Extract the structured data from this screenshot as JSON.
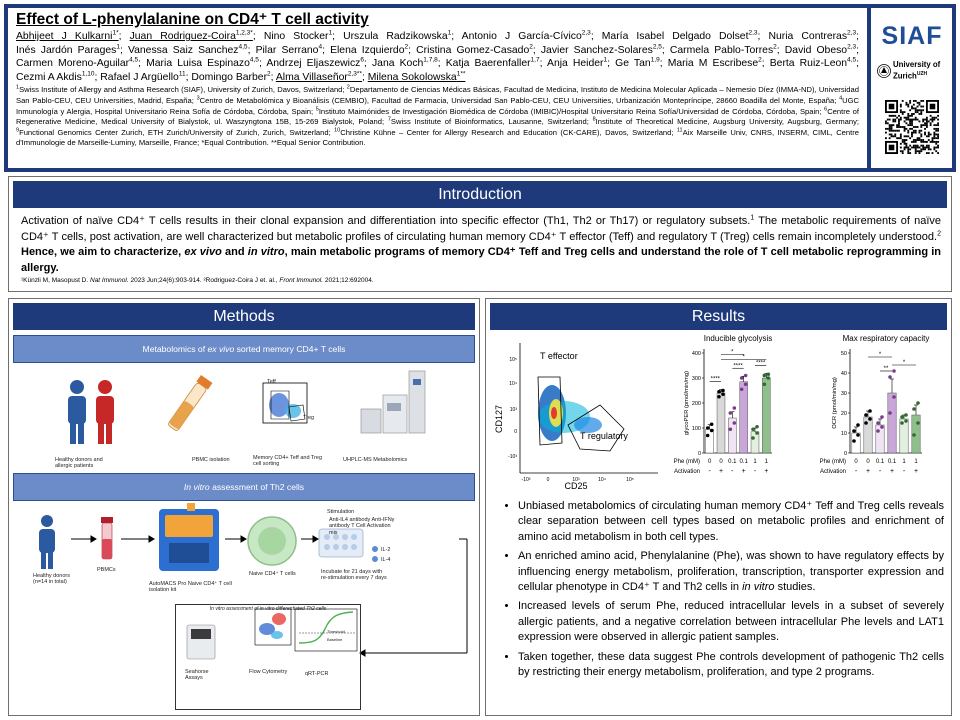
{
  "header": {
    "title": "Effect of L-phenylalanine on CD4⁺ T cell activity",
    "authors": [
      {
        "name": "Abhijeet J Kulkarni",
        "sup": "1*",
        "underline": true
      },
      {
        "name": "Juan Rodriguez-Coira",
        "sup": "1,2,3*",
        "underline": true
      },
      {
        "name": "Nino Stocker",
        "sup": "1",
        "underline": false
      },
      {
        "name": "Urszula Radzikowska",
        "sup": "1",
        "underline": false
      },
      {
        "name": "Antonio J García-Cívico",
        "sup": "2,3",
        "underline": false
      },
      {
        "name": "María Isabel Delgado Dolset",
        "sup": "2,3",
        "underline": false
      },
      {
        "name": "Nuria Contreras",
        "sup": "2,3",
        "underline": false
      },
      {
        "name": "Inés Jardón Parages",
        "sup": "1",
        "underline": false
      },
      {
        "name": "Vanessa Saiz Sanchez",
        "sup": "4,5",
        "underline": false
      },
      {
        "name": "Pilar Serrano",
        "sup": "4",
        "underline": false
      },
      {
        "name": "Elena Izquierdo",
        "sup": "2",
        "underline": false
      },
      {
        "name": "Cristina Gomez-Casado",
        "sup": "2",
        "underline": false
      },
      {
        "name": "Javier Sanchez-Solares",
        "sup": "2,5",
        "underline": false
      },
      {
        "name": "Carmela Pablo-Torres",
        "sup": "2",
        "underline": false
      },
      {
        "name": "David Obeso",
        "sup": "2,3",
        "underline": false
      },
      {
        "name": "Carmen Moreno-Aguilar",
        "sup": "4,5",
        "underline": false
      },
      {
        "name": "Maria Luisa Espinazo",
        "sup": "4,5",
        "underline": false
      },
      {
        "name": "Andrzej Eljaszewicz",
        "sup": "6",
        "underline": false
      },
      {
        "name": "Jana Koch",
        "sup": "1,7,8",
        "underline": false
      },
      {
        "name": "Katja Baerenfaller",
        "sup": "1,7",
        "underline": false
      },
      {
        "name": "Anja Heider",
        "sup": "1",
        "underline": false
      },
      {
        "name": "Ge Tan",
        "sup": "1,9",
        "underline": false
      },
      {
        "name": "Maria M Escribese",
        "sup": "2",
        "underline": false
      },
      {
        "name": "Berta Ruiz-Leon",
        "sup": "4,5",
        "underline": false
      },
      {
        "name": "Cezmi A Akdis",
        "sup": "1,10",
        "underline": false
      },
      {
        "name": "Rafael J Argüello",
        "sup": "11",
        "underline": false
      },
      {
        "name": "Domingo Barber",
        "sup": "2",
        "underline": false
      },
      {
        "name": "Alma Villaseñor",
        "sup": "2,3**",
        "underline": true
      },
      {
        "name": "Milena Sokolowska",
        "sup": "1**",
        "underline": true
      }
    ],
    "affiliations": [
      {
        "sup": "1",
        "text": "Swiss Institute of Allergy and Asthma Research (SIAF), University of Zurich, Davos, Switzerland;"
      },
      {
        "sup": "2",
        "text": "Departamento de Ciencias Médicas Básicas, Facultad de Medicina, Instituto de Medicina Molecular Aplicada – Nemesio Díez (IMMA-ND), Universidad San Pablo-CEU, CEU Universities, Madrid, España;"
      },
      {
        "sup": "3",
        "text": "Centro de Metabolómica y Bioanálisis (CEMBIO), Facultad de Farmacia, Universidad San Pablo-CEU, CEU Universities, Urbanización Montepríncipe, 28660 Boadilla del Monte, España;"
      },
      {
        "sup": "4",
        "text": "UGC Inmunología y Alergia, Hospital Universitario Reina Sofía de Córdoba, Córdoba, Spain;"
      },
      {
        "sup": "5",
        "text": "Instituto Maimónides de Investigación Biomédica de Córdoba (IMIBIC)/Hospital Universitario Reina Sofía/Universidad de Córdoba, Córdoba, Spain;"
      },
      {
        "sup": "6",
        "text": "Centre of Regenerative Medicine, Medical University of Bialystok, ul. Waszyngtona 15B, 15-269 Bialystok, Poland;"
      },
      {
        "sup": "7",
        "text": "Swiss Institute of Bioinformatics, Lausanne, Switzerland;"
      },
      {
        "sup": "8",
        "text": "Institute of Theoretical Medicine, Augsburg University, Augsburg, Germany;"
      },
      {
        "sup": "9",
        "text": "Functional Genomics Center Zurich, ETH Zurich/University of Zurich, Zurich, Switzerland;"
      },
      {
        "sup": "10",
        "text": "Christine Kühne – Center for Allergy Research and Education (CK-CARE), Davos, Switzerland;"
      },
      {
        "sup": "11",
        "text": "Aix Marseille Univ, CNRS, INSERM, CIML, Centre d'Immunologie de Marseille-Luminy, Marseille, France; *Equal Contribution. **Equal Senior Contribution."
      }
    ],
    "logos": {
      "siaf": "SIAF",
      "uzh_line1": "University of",
      "uzh_line2": "Zurich",
      "uzh_suffix": "UZH",
      "brand_color": "#1f4e96"
    }
  },
  "introduction": {
    "heading": "Introduction",
    "text_plain_1": "Activation of naïve CD4⁺ T cells results in their clonal expansion and differentiation into specific effector (Th1, Th2 or Th17) or regulatory subsets.",
    "sup_1": "1",
    "text_plain_2": " The metabolic requirements of naïve CD4⁺ T cells, post activation, are well characterized but metabolic profiles of circulating human memory CD4⁺ T effector (Teff) and regulatory T (Treg) cells remain incompletely understood.",
    "sup_2": "2",
    "bold_1": " Hence, we aim to characterize, ",
    "bold_italic_1": "ex vivo",
    "bold_2": " and ",
    "bold_italic_2": "in vitro",
    "bold_3": ", main metabolic programs of memory CD4⁺ Teff and Treg cells and understand the role of T cell metabolic reprogramming in allergy.",
    "refs_1": "¹Künzli M, Masopust D. ",
    "refs_1_journal": "Nat Immunol.",
    "refs_1_tail": " 2023 Jun;24(6):903-914.",
    "refs_2": "²Rodriguez-Coira J et. al., ",
    "refs_2_journal": "Front Immunol.",
    "refs_2_tail": " 2021;12:692004."
  },
  "methods": {
    "heading": "Methods",
    "sub1_a": "Metabolomics of ",
    "sub1_italic": "ex vivo",
    "sub1_b": " sorted memory CD4+ T cells",
    "sub2_italic": "In vitro",
    "sub2_b": " assessment of Th2 cells",
    "labels": {
      "donors1": "Healthy donors and allergic patients",
      "pbmc_iso": "PBMC isolation",
      "sorting": "Memory CD4+ Teff and Treg cell sorting",
      "uhplc": "UHPLC-MS Metabolomics",
      "teff": "Teff",
      "treg": "Treg",
      "donors2": "Healthy donors (n=14 in total)",
      "pbmcs": "PBMCs",
      "automacs": "AutoMACS Pro Naive CD4⁺ T cell isolation kit",
      "naive": "Naive CD4⁺ T cells",
      "stim_title": "Stimulation",
      "stim_text": "Anti-IL4 antibody Anti-IFNγ antibody T Cell Activation mix",
      "il2": "IL-2",
      "il4": "IL-4",
      "incubate": "Incubate for 21 days with re-stimulation every 7 days",
      "box_title": "In vitro assessment of in vitro differentiated Th2 cells",
      "seahorse": "Seahorse Assays",
      "flow": "Flow Cytometry",
      "qpcr": "qRT-PCR",
      "threshold": "Threshold",
      "baseline": "Baseline"
    }
  },
  "results": {
    "heading": "Results",
    "flow_labels": {
      "teff": "T effector",
      "treg": "T regulatory",
      "x_axis": "CD25",
      "y_axis": "CD127"
    },
    "bullets": [
      {
        "parts": [
          {
            "t": "Unbiased metabolomics of circulating human memory CD4⁺ Teff and Treg cells reveals clear separation between cell types based on metabolic profiles and enrichment of amino acid metabolism in both cell types.",
            "i": false
          }
        ]
      },
      {
        "parts": [
          {
            "t": "An enriched amino acid, Phenylalanine (Phe), was shown to have regulatory effects by influencing energy metabolism, proliferation, transcription, transporter expression and cellular phenotype in CD4⁺ T and Th2 cells in ",
            "i": false
          },
          {
            "t": "in vitro",
            "i": true
          },
          {
            "t": " studies.",
            "i": false
          }
        ]
      },
      {
        "parts": [
          {
            "t": "Increased levels of serum Phe, reduced intracellular levels in a subset of severely allergic patients, and a negative correlation between intracellular Phe levels and LAT1 expression were observed in allergic patient samples.",
            "i": false
          }
        ]
      },
      {
        "parts": [
          {
            "t": "Taken together, these data suggest Phe controls development of pathogenic Th2 cells by restricting their energy metabolism, proliferation, and type 2 programs.",
            "i": false
          }
        ]
      }
    ]
  },
  "chart_data": [
    {
      "type": "bar",
      "title": "Inducible glycolysis",
      "ylabel": "glycoPER (pmol/min/mg)",
      "ylim": [
        0,
        400
      ],
      "yticks": [
        0,
        100,
        200,
        300,
        400
      ],
      "categories_phe": [
        "0",
        "0",
        "0.1",
        "0.1",
        "1",
        "1"
      ],
      "categories_activation": [
        "-",
        "+",
        "-",
        "+",
        "-",
        "+"
      ],
      "row_labels": [
        "Phe (mM)",
        "Activation"
      ],
      "values": [
        95,
        240,
        140,
        285,
        85,
        300
      ],
      "errors": [
        18,
        14,
        25,
        22,
        15,
        18
      ],
      "points": [
        [
          70,
          90,
          100,
          115
        ],
        [
          225,
          235,
          245,
          250
        ],
        [
          95,
          120,
          160,
          180
        ],
        [
          255,
          275,
          300,
          310
        ],
        [
          60,
          80,
          95,
          105
        ],
        [
          275,
          300,
          310,
          315
        ]
      ],
      "significance": [
        {
          "a": 0,
          "b": 1,
          "label": "****"
        },
        {
          "a": 2,
          "b": 3,
          "label": "****"
        },
        {
          "a": 4,
          "b": 5,
          "label": "****"
        },
        {
          "a": 1,
          "b": 3,
          "label": "*"
        },
        {
          "a": 1,
          "b": 5,
          "label": "*"
        }
      ],
      "colors": [
        "#ffffff",
        "#d9d9d9",
        "#efe3f4",
        "#c9a6d8",
        "#e3f0e0",
        "#8fc08c"
      ],
      "point_colors": [
        "#000000",
        "#000000",
        "#7a3b8f",
        "#7a3b8f",
        "#2f6b2c",
        "#2f6b2c"
      ]
    },
    {
      "type": "bar",
      "title": "Max respiratory capacity",
      "ylabel": "OCR (pmol/min/mg)",
      "ylim": [
        0,
        50
      ],
      "yticks": [
        0,
        10,
        20,
        30,
        40,
        50
      ],
      "categories_phe": [
        "0",
        "0",
        "0.1",
        "0.1",
        "1",
        "1"
      ],
      "categories_activation": [
        "-",
        "+",
        "-",
        "+",
        "-",
        "+"
      ],
      "row_labels": [
        "Phe (mM)",
        "Activation"
      ],
      "values": [
        10,
        18,
        14,
        30,
        17,
        19
      ],
      "errors": [
        3,
        3,
        3,
        7,
        2,
        5
      ],
      "points": [
        [
          6,
          9,
          11,
          14
        ],
        [
          15,
          17,
          19,
          21
        ],
        [
          11,
          13,
          15,
          18
        ],
        [
          20,
          28,
          38,
          41
        ],
        [
          15,
          16,
          18,
          19
        ],
        [
          9,
          15,
          22,
          25
        ]
      ],
      "significance": [
        {
          "a": 2,
          "b": 3,
          "label": "**"
        },
        {
          "a": 1,
          "b": 3,
          "label": "*"
        },
        {
          "a": 3,
          "b": 5,
          "label": "*"
        }
      ],
      "colors": [
        "#ffffff",
        "#d9d9d9",
        "#efe3f4",
        "#c9a6d8",
        "#e3f0e0",
        "#8fc08c"
      ],
      "point_colors": [
        "#000000",
        "#000000",
        "#7a3b8f",
        "#7a3b8f",
        "#2f6b2c",
        "#2f6b2c"
      ]
    }
  ],
  "colors": {
    "navy": "#1f3a7a",
    "banner": "#6c8cc9",
    "border": "#6f6f6f"
  }
}
